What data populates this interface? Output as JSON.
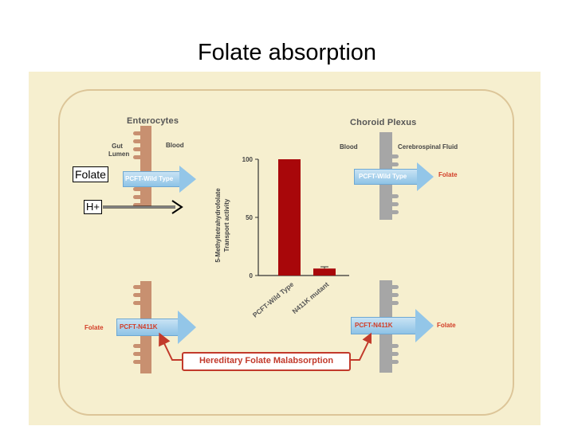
{
  "title": "Folate absorption",
  "diagram": {
    "enterocytes_header": "Enterocytes",
    "choroid_header": "Choroid Plexus",
    "gut_lumen": "Gut\nLumen",
    "blood_left": "Blood",
    "blood_right": "Blood",
    "csf": "Cerebrospinal Fluid",
    "arrow_wild_left": "PCFT-Wild Type",
    "arrow_wild_right": "PCFT-Wild Type",
    "folate_right_top": "Folate",
    "arrow_mut_left": "PCFT-N411K",
    "arrow_mut_right": "PCFT-N411K",
    "folate_left_bottom": "Folate",
    "folate_right_bottom": "Folate",
    "hereditary": "Hereditary Folate Malabsorption",
    "overlay_folate": "Folate",
    "overlay_h": "H+",
    "colors": {
      "red": "#c23a2b",
      "bar": "#a8070a",
      "arrow": "#93c6e8",
      "panel": "#f6efcf",
      "wall_brown": "#c89070",
      "wall_gray": "#a6a6a6"
    }
  },
  "chart_data": {
    "type": "bar",
    "categories": [
      "PCFT-Wild Type",
      "N411K mutant"
    ],
    "values": [
      100,
      6
    ],
    "ylabel": "5-Methyltetrahydrofolate\nTransport activity",
    "ylim": [
      0,
      100
    ],
    "yticks": [
      0,
      50,
      100
    ],
    "error_bar": [
      0,
      1.5
    ]
  }
}
